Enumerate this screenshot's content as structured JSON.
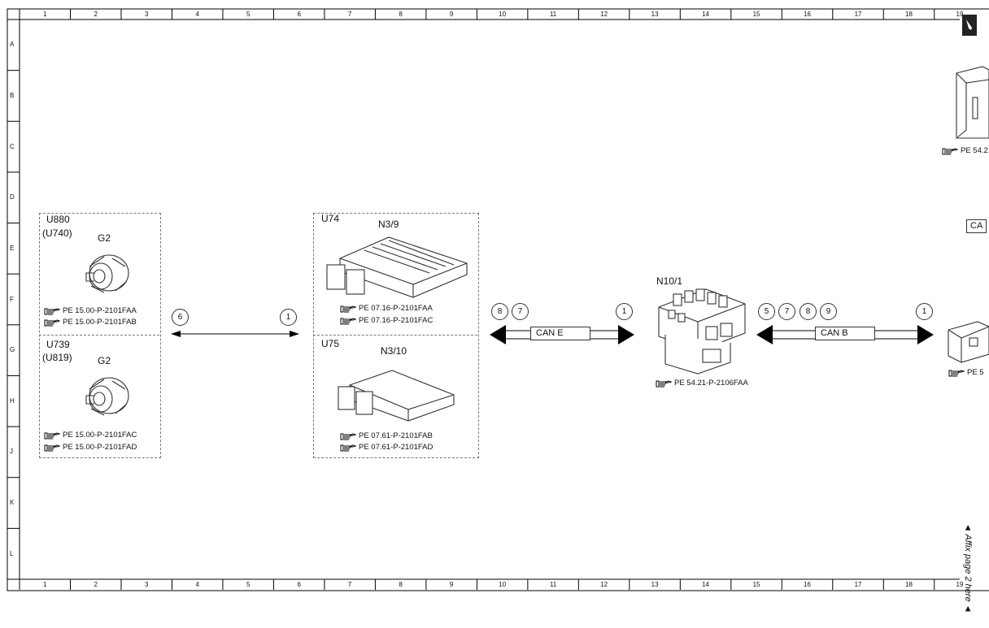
{
  "columns": [
    "1",
    "2",
    "3",
    "4",
    "5",
    "6",
    "7",
    "8",
    "9",
    "10",
    "11",
    "12",
    "13",
    "14",
    "15",
    "16",
    "17",
    "18",
    "19"
  ],
  "rows": [
    "A",
    "B",
    "C",
    "D",
    "E",
    "F",
    "G",
    "H",
    "J",
    "K",
    "L"
  ],
  "modules": {
    "u880": {
      "code": "U880",
      "alt": "(U740)",
      "component": "G2",
      "refs": [
        "PE 15.00-P-2101FAA",
        "PE 15.00-P-2101FAB"
      ]
    },
    "u739": {
      "code": "U739",
      "alt": "(U819)",
      "component": "G2",
      "refs": [
        "PE 15.00-P-2101FAC",
        "PE 15.00-P-2101FAD"
      ]
    },
    "u74": {
      "code": "U74",
      "component": "N3/9",
      "refs": [
        "PE 07.16-P-2101FAA",
        "PE 07.16-P-2101FAC"
      ]
    },
    "u75": {
      "code": "U75",
      "component": "N3/10",
      "refs": [
        "PE 07.61-P-2101FAB",
        "PE 07.61-P-2101FAD"
      ]
    },
    "n10": {
      "component": "N10/1",
      "ref": "PE 54.21-P-2106FAA"
    }
  },
  "connections": {
    "link1": {
      "left": "6",
      "right": "1"
    },
    "link2": {
      "left": [
        "8",
        "7"
      ],
      "right": "1",
      "bus": "CAN E"
    },
    "link3": {
      "left": [
        "5",
        "7",
        "8",
        "9"
      ],
      "right": "1",
      "bus": "CAN B"
    }
  },
  "cutoff": {
    "ref_top": "PE 54.2",
    "ref_bottom": "PE 5",
    "can": "CA"
  },
  "affix_text": "◄ Affix page 2 here ◄"
}
